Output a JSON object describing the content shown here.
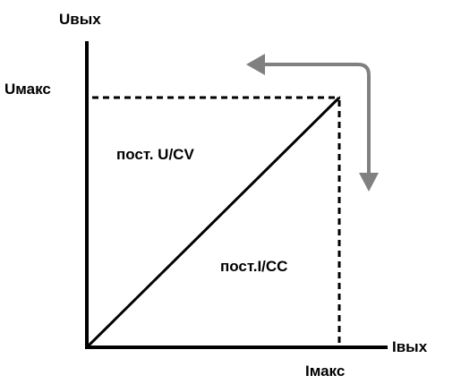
{
  "axes": {
    "y_label": "Uвых",
    "x_label": "Iвых"
  },
  "limits": {
    "u_max_label": "Uмакс",
    "i_max_label": "Iмакс"
  },
  "regions": {
    "cv_label": "пост. U/CV",
    "cc_label": "пост.I/CC"
  },
  "colors": {
    "axis": "#000000",
    "arrow": "#808080",
    "background": "#ffffff"
  }
}
